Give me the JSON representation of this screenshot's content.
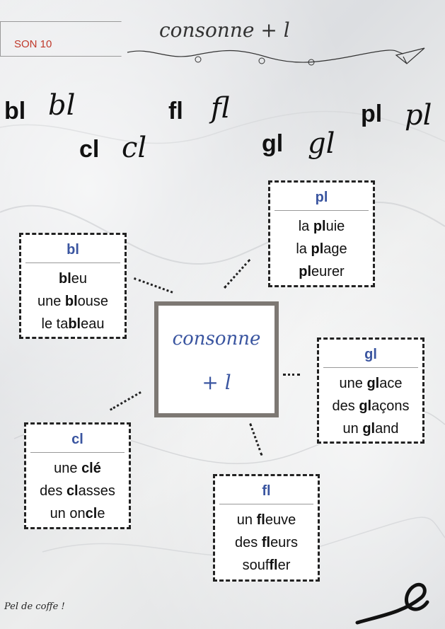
{
  "header": {
    "son_label": "SON 10",
    "title": "consonne + l"
  },
  "big_letters": {
    "bl_print": "bl",
    "bl_cursive": "bl",
    "cl_print": "cl",
    "cl_cursive": "cl",
    "fl_print": "fl",
    "fl_cursive": "fl",
    "gl_print": "gl",
    "gl_cursive": "gl",
    "pl_print": "pl",
    "pl_cursive": "pl"
  },
  "center": {
    "line1": "consonne",
    "line2": "+ l"
  },
  "boxes": {
    "bl": {
      "header": "bl",
      "words": [
        [
          "",
          "bl",
          "eu"
        ],
        [
          "une ",
          "bl",
          "ouse"
        ],
        [
          "le ta",
          "bl",
          "eau"
        ]
      ]
    },
    "pl": {
      "header": "pl",
      "words": [
        [
          "la ",
          "pl",
          "uie"
        ],
        [
          "la ",
          "pl",
          "age"
        ],
        [
          "",
          "pl",
          "eurer"
        ]
      ]
    },
    "gl": {
      "header": "gl",
      "words": [
        [
          "une ",
          "gl",
          "ace"
        ],
        [
          "des ",
          "gl",
          "açons"
        ],
        [
          "un ",
          "gl",
          "and"
        ]
      ]
    },
    "cl": {
      "header": "cl",
      "words": [
        [
          "une ",
          "cl",
          "é"
        ],
        [
          "des ",
          "cl",
          "asses"
        ],
        [
          "un on",
          "cl",
          "e"
        ]
      ]
    },
    "fl": {
      "header": "fl",
      "words": [
        [
          "un ",
          "fl",
          "euve"
        ],
        [
          "des ",
          "fl",
          "eurs"
        ],
        [
          "souf",
          "fl",
          "er"
        ]
      ]
    }
  },
  "footer": {
    "credit": "Pel de coffe !"
  },
  "colors": {
    "accent_blue": "#3a55a0",
    "son_red": "#c0392b",
    "center_border": "#7d7873"
  }
}
